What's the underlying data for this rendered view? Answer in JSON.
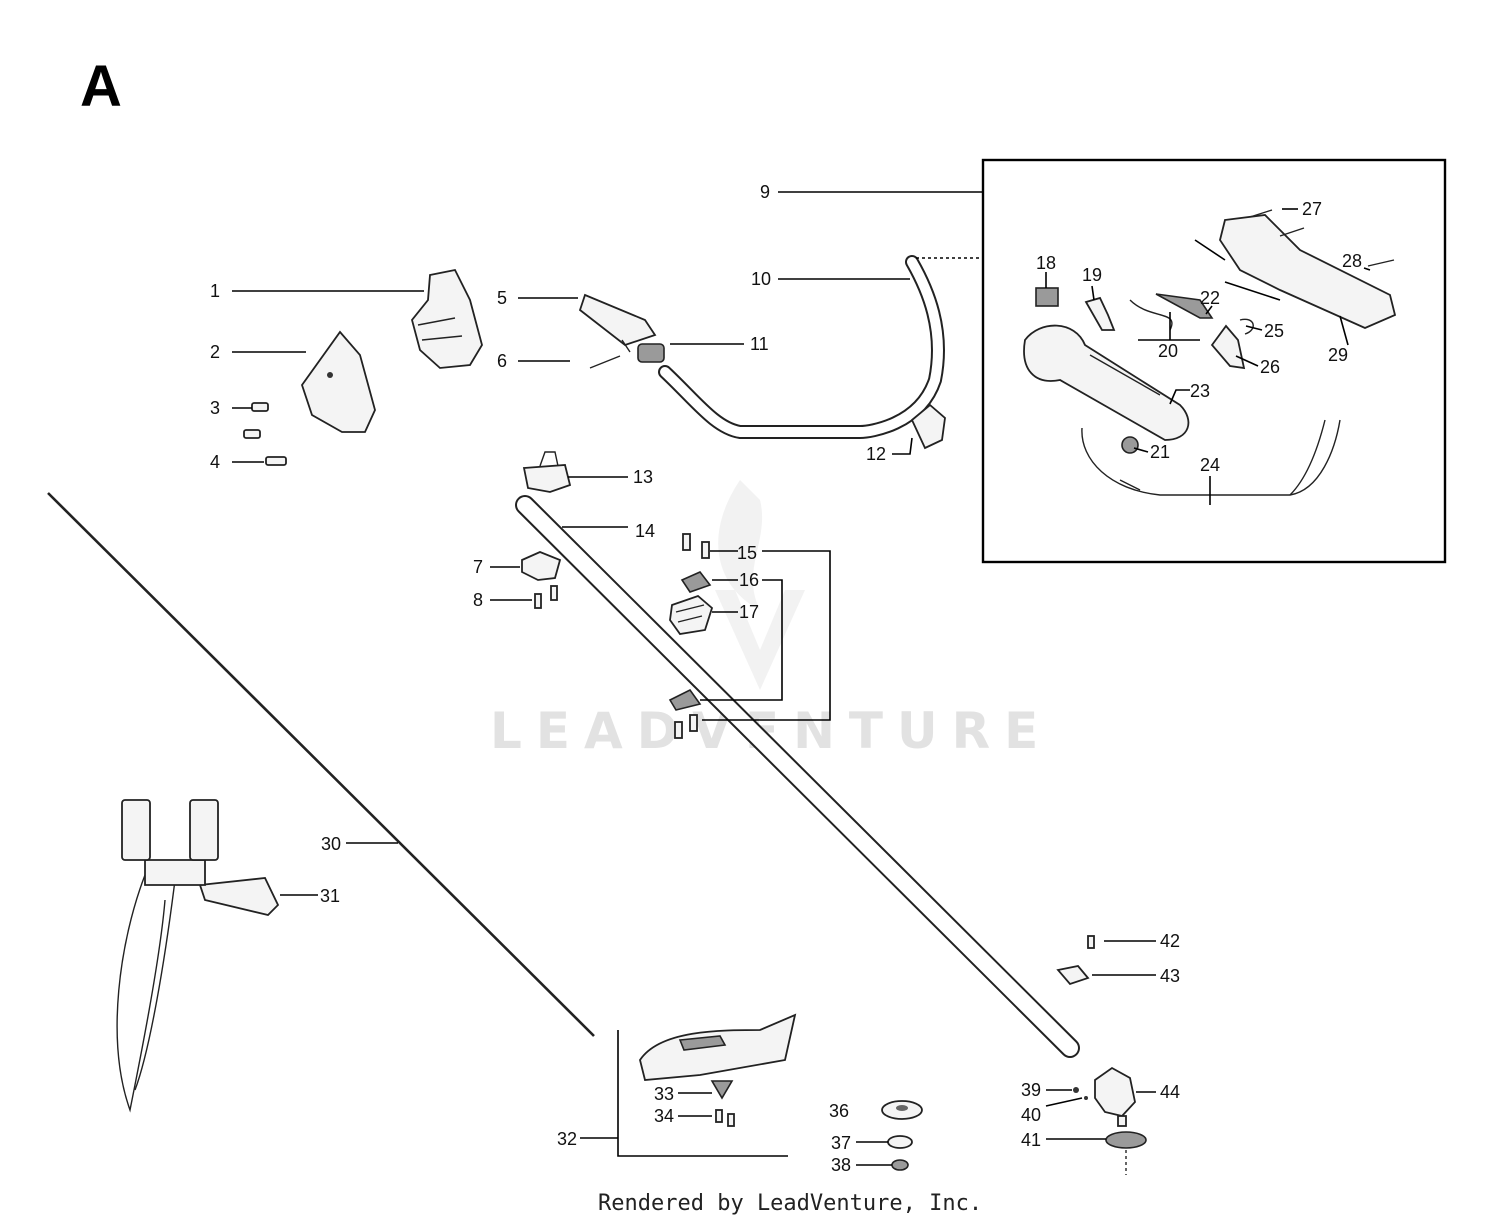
{
  "section_letter": "A",
  "watermark_text": "LEADVENTURE",
  "footer_text": "Rendered by LeadVenture, Inc.",
  "callouts": [
    "1",
    "2",
    "3",
    "4",
    "5",
    "6",
    "7",
    "8",
    "9",
    "10",
    "11",
    "12",
    "13",
    "14",
    "15",
    "16",
    "17",
    "18",
    "19",
    "20",
    "21",
    "22",
    "23",
    "24",
    "25",
    "26",
    "27",
    "28",
    "29",
    "30",
    "31",
    "32",
    "33",
    "34",
    "36",
    "37",
    "38",
    "39",
    "40",
    "41",
    "42",
    "43",
    "44"
  ]
}
